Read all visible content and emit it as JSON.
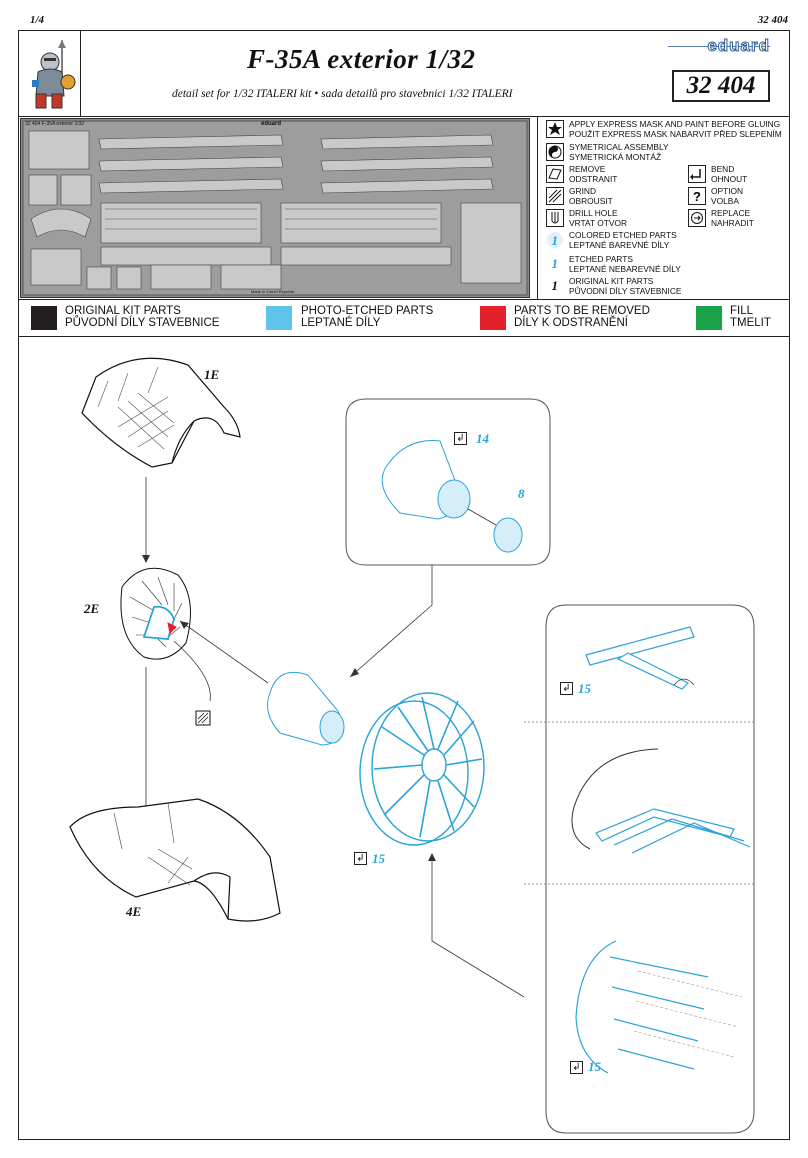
{
  "page": {
    "number": "1/4",
    "code": "32 404"
  },
  "header": {
    "title": "F-35A exterior  1/32",
    "subtitle": "detail set for 1/32  ITALERI  kit • sada detailů pro stavebnici 1/32  ITALERI",
    "brand": "eduard",
    "set_number": "32 404"
  },
  "fret": {
    "title": "32 404  F-35A exterior  1/32",
    "brand": "eduard",
    "made_in": "Made in Czech Republic"
  },
  "legend": {
    "express_mask": [
      "APPLY EXPRESS MASK AND PAINT BEFORE GLUING",
      "POUŽIT EXPRESS MASK NABARVIT PŘED SLEPENÍM"
    ],
    "symmetrical": [
      "SYMETRICAL ASSEMBLY",
      "SYMETRICKÁ MONTÁŽ"
    ],
    "remove": [
      "REMOVE",
      "ODSTRANIT"
    ],
    "bend": [
      "BEND",
      "OHNOUT"
    ],
    "grind": [
      "GRIND",
      "OBROUSIT"
    ],
    "option": [
      "OPTION",
      "VOLBA"
    ],
    "drill": [
      "DRILL HOLE",
      "VRTAT OTVOR"
    ],
    "replace": [
      "REPLACE",
      "NAHRADIT"
    ],
    "colored_etched": [
      "COLORED ETCHED PARTS",
      "LEPTANÉ BAREVNÉ DÍLY"
    ],
    "etched": [
      "ETCHED PARTS",
      "LEPTANÉ NEBAREVNÉ DÍLY"
    ],
    "original": [
      "ORIGINAL KIT PARTS",
      "PŮVODNÍ DÍLY STAVEBNICE"
    ]
  },
  "color_key": [
    {
      "label": "ORIGINAL KIT PARTS",
      "label2": "PŮVODNÍ DÍLY STAVEBNICE",
      "color": "#231f20"
    },
    {
      "label": "PHOTO-ETCHED PARTS",
      "label2": "LEPTANÉ DÍLY",
      "color": "#5ec4ec"
    },
    {
      "label": "PARTS TO BE REMOVED",
      "label2": "DÍLY K ODSTRANĚNÍ",
      "color": "#e3202b"
    },
    {
      "label": "FILL",
      "label2": "TMELIT",
      "color": "#1aa14a"
    }
  ],
  "parts": {
    "p1E": "1E",
    "p2E": "2E",
    "p4E": "4E",
    "pe14": "14",
    "pe8": "8",
    "pe15a": "15",
    "pe15b": "15",
    "pe15c": "15"
  }
}
